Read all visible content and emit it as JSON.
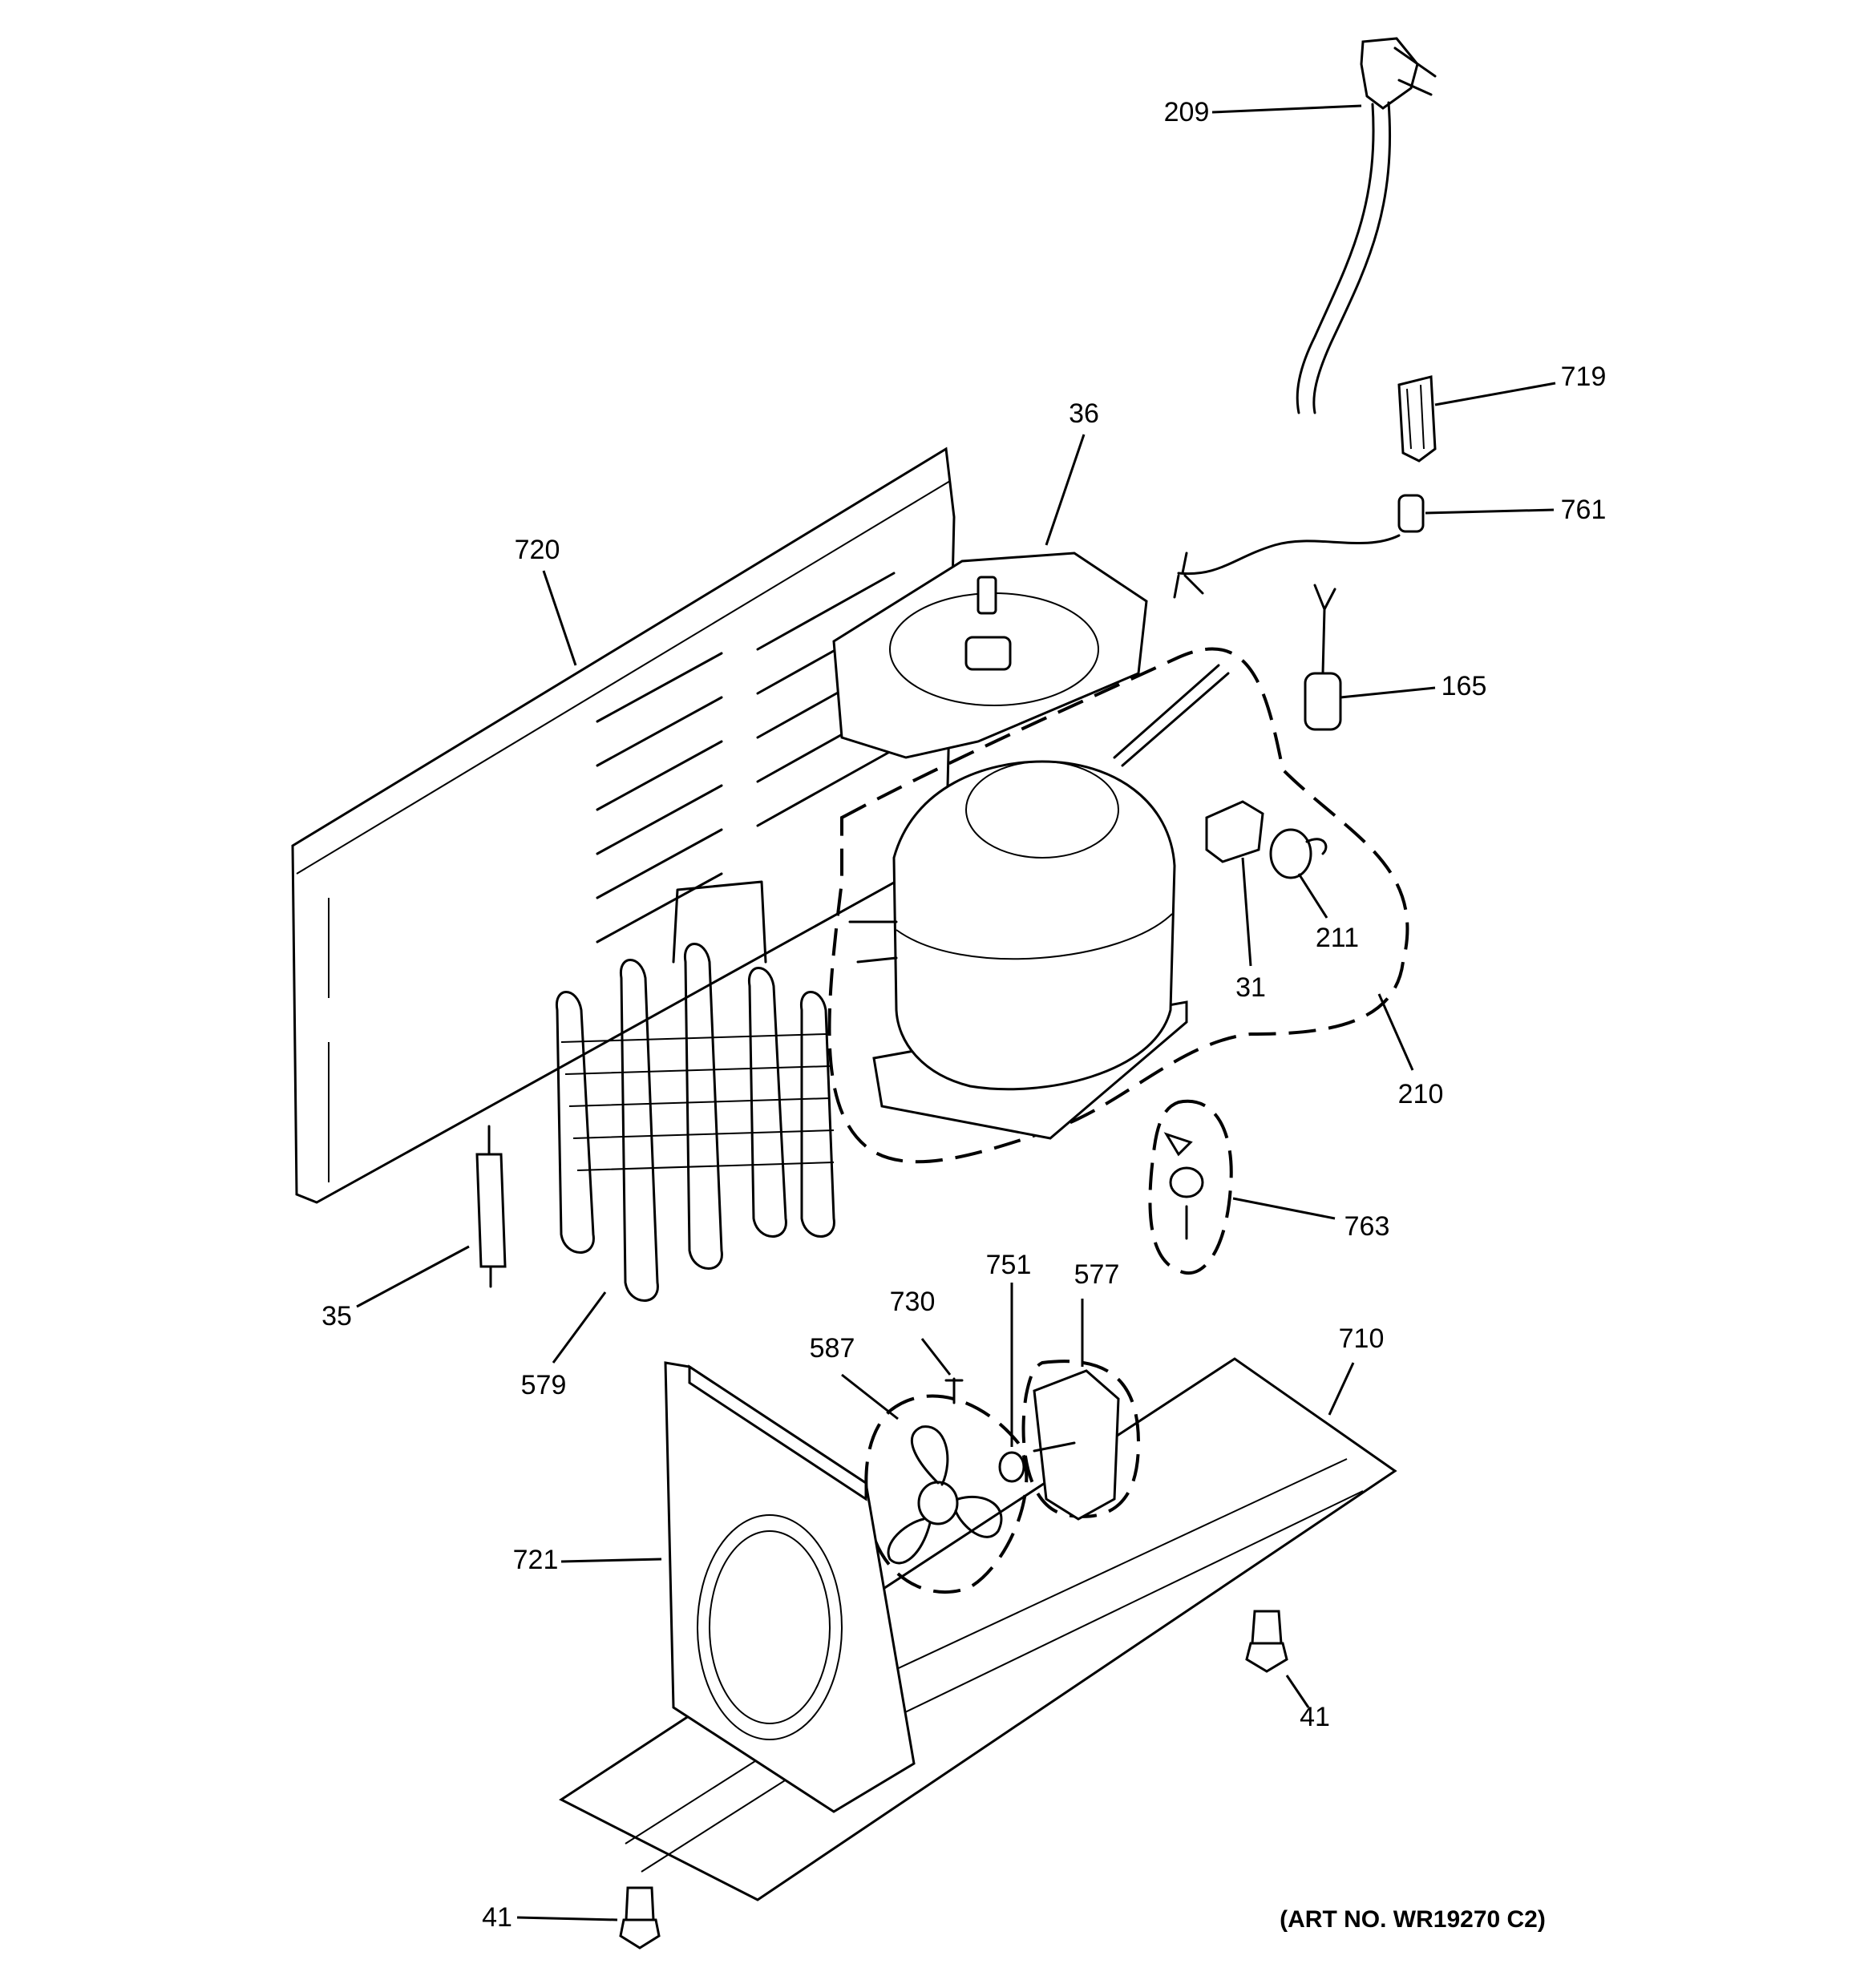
{
  "art_number": "(ART NO. WR19270 C2)",
  "parts": [
    {
      "id": "p209",
      "label": "209"
    },
    {
      "id": "p719",
      "label": "719"
    },
    {
      "id": "p761",
      "label": "761"
    },
    {
      "id": "p36",
      "label": "36"
    },
    {
      "id": "p720",
      "label": "720"
    },
    {
      "id": "p165",
      "label": "165"
    },
    {
      "id": "p31",
      "label": "31"
    },
    {
      "id": "p211",
      "label": "211"
    },
    {
      "id": "p210",
      "label": "210"
    },
    {
      "id": "p763",
      "label": "763"
    },
    {
      "id": "p35",
      "label": "35"
    },
    {
      "id": "p579",
      "label": "579"
    },
    {
      "id": "p730",
      "label": "730"
    },
    {
      "id": "p751",
      "label": "751"
    },
    {
      "id": "p577",
      "label": "577"
    },
    {
      "id": "p587",
      "label": "587"
    },
    {
      "id": "p710",
      "label": "710"
    },
    {
      "id": "p721",
      "label": "721"
    },
    {
      "id": "p41a",
      "label": "41"
    },
    {
      "id": "p41b",
      "label": "41"
    }
  ]
}
